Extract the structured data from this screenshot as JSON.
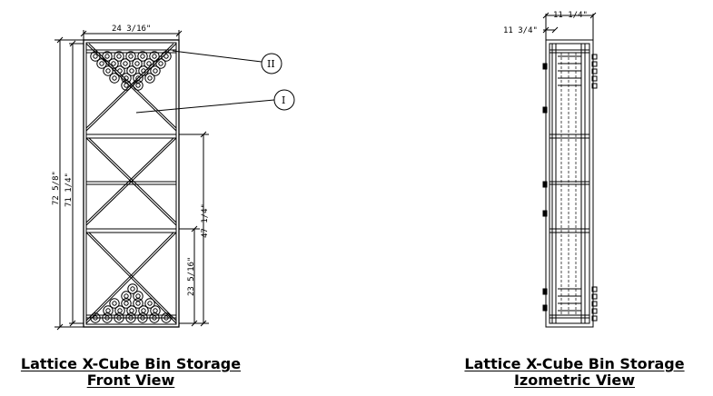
{
  "front_view": {
    "dims": {
      "width_top": "24 3/16\"",
      "height_outer": "72 5/8\"",
      "height_inner": "71 1/4\"",
      "height_right_upper": "47 1/4\"",
      "height_right_lower": "23 5/16\""
    },
    "callouts": {
      "upper": "II",
      "lower": "I"
    },
    "caption_line1": "Lattice X-Cube Bin Storage",
    "caption_line2": "Front View"
  },
  "iso_view": {
    "dims": {
      "depth_top": "11 1/4\"",
      "depth_side": "11 3/4\""
    },
    "caption_line1": "Lattice X-Cube Bin Storage",
    "caption_line2": "Izometric View"
  }
}
